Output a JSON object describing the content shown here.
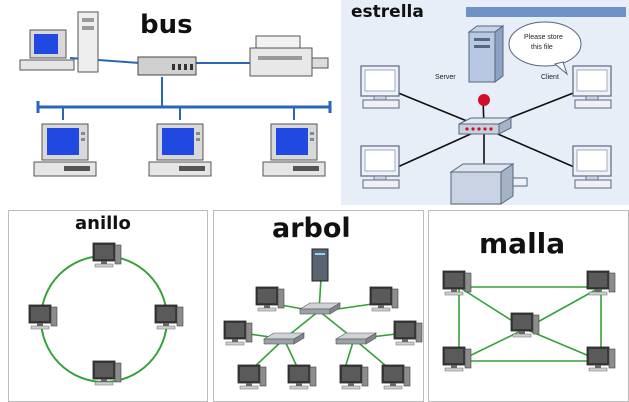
{
  "colors": {
    "bus_line": "#2a66b8",
    "link_green": "#35a13a",
    "screen_blue": "#1f49e0",
    "panel_bg_star": "#e7eef8",
    "title_bar_star": "#6f92c7"
  },
  "panels": {
    "bus": {
      "title": "bus"
    },
    "estrella": {
      "title": "estrella",
      "server_label": "Server",
      "client_label": "Client",
      "bubble_text_line1": "Please store",
      "bubble_text_line2": "this file"
    },
    "anillo": {
      "title": "anillo"
    },
    "arbol": {
      "title": "arbol"
    },
    "malla": {
      "title": "malla"
    }
  },
  "icons": [
    "desktop-computer-icon",
    "tower-pc-icon",
    "printer-icon",
    "hub-icon",
    "switch-icon",
    "server-icon"
  ]
}
